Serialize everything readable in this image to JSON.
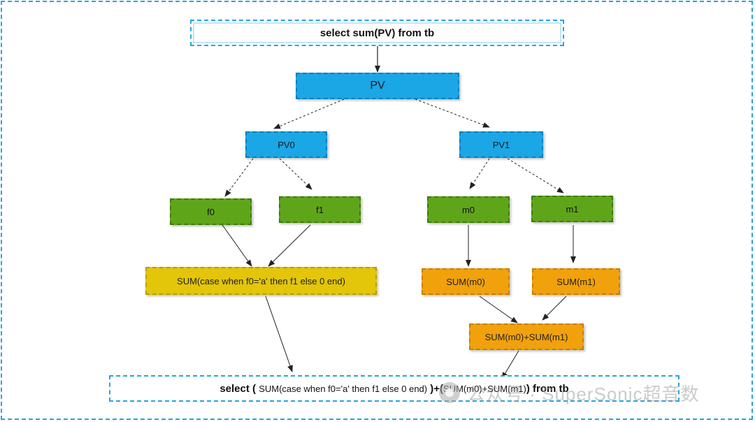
{
  "query_top": "select sum(PV) from tb",
  "nodes": {
    "pv": "PV",
    "pv0": "PV0",
    "pv1": "PV1",
    "f0": "f0",
    "f1": "f1",
    "m0": "m0",
    "m1": "m1",
    "sum_case": "SUM(case when f0='a' then f1 else 0 end)",
    "sum_m0": "SUM(m0)",
    "sum_m1": "SUM(m1)",
    "sum_m0_m1": "SUM(m0)+SUM(m1)"
  },
  "query_bottom": {
    "prefix": "select (",
    "case_expr": "SUM(case when f0='a' then f1 else 0 end)",
    "middle": ")+(",
    "sum_expr": "SUM(m0)+SUM(m1)",
    "suffix": ") from tb"
  },
  "watermark": "公众号 · SuperSonic超音数",
  "colors": {
    "frame": "#29a3e0",
    "blue": "#1ba6e6",
    "green": "#5fa51a",
    "yellow": "#e3c50a",
    "orange": "#f1a10c"
  }
}
